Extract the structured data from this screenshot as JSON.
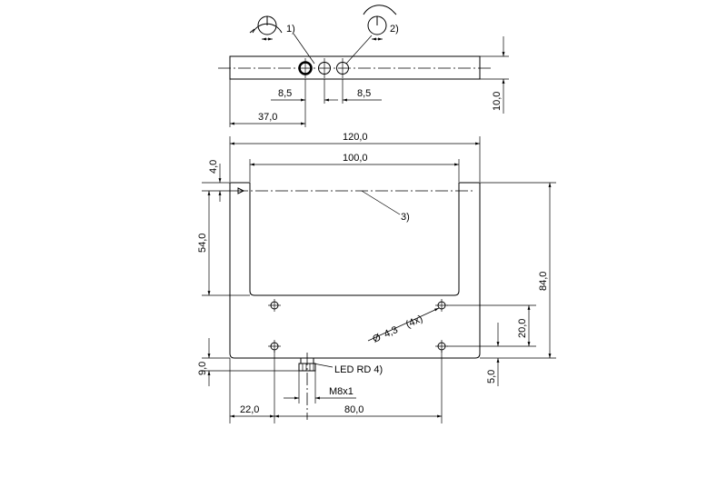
{
  "dimensions": {
    "d_8_5_left": "8,5",
    "d_8_5_right": "8,5",
    "d_37": "37,0",
    "d_10": "10,0",
    "d_120": "120,0",
    "d_100": "100,0",
    "d_4": "4,0",
    "d_54": "54,0",
    "d_84": "84,0",
    "d_20": "20,0",
    "d_5": "5,0",
    "d_9": "9,0",
    "d_22": "22,0",
    "d_80": "80,0",
    "hole_diameter": "4,3",
    "hole_count": "(4x)",
    "thread": "M8x1"
  },
  "callouts": {
    "c1": "1)",
    "c2": "2)",
    "c3": "3)",
    "led": "LED RD 4)"
  },
  "symbols": {
    "diameter": "Ø"
  }
}
